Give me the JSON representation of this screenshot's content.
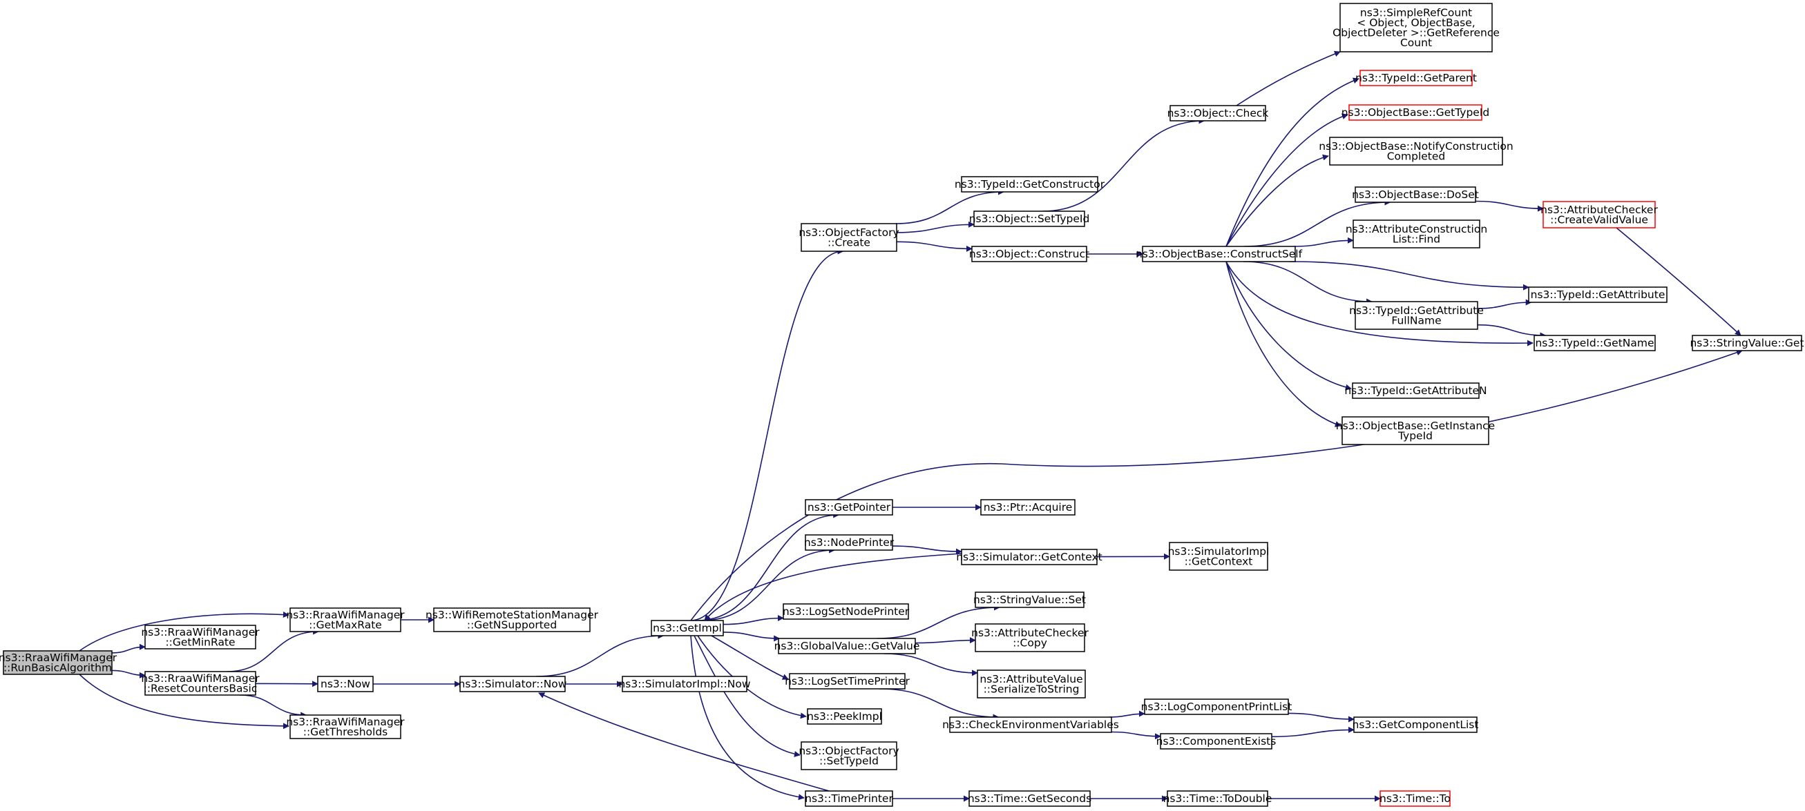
{
  "colors": {
    "edge": "#191970",
    "border": "#000000",
    "broken_border": "#ff0000",
    "root_fill": "#bfbfbf",
    "fill": "#ffffff"
  },
  "nodes": {
    "run_basic": {
      "lines": [
        "ns3::RraaWifiManager",
        "::RunBasicAlgorithm"
      ],
      "style": "root"
    },
    "get_min_rate": {
      "lines": [
        "ns3::RraaWifiManager",
        "::GetMinRate"
      ]
    },
    "get_max_rate": {
      "lines": [
        "ns3::RraaWifiManager",
        "::GetMaxRate"
      ]
    },
    "reset_counters": {
      "lines": [
        "ns3::RraaWifiManager",
        "::ResetCountersBasic"
      ]
    },
    "get_thresholds": {
      "lines": [
        "ns3::RraaWifiManager",
        "::GetThresholds"
      ]
    },
    "get_n_supported": {
      "lines": [
        "ns3::WifiRemoteStationManager",
        "::GetNSupported"
      ]
    },
    "now": {
      "lines": [
        "ns3::Now"
      ]
    },
    "simulator_now": {
      "lines": [
        "ns3::Simulator::Now"
      ]
    },
    "simulatorimpl_now": {
      "lines": [
        "ns3::SimulatorImpl::Now"
      ]
    },
    "get_impl": {
      "lines": [
        "ns3::GetImpl"
      ]
    },
    "object_factory_create": {
      "lines": [
        "ns3::ObjectFactory",
        "::Create"
      ]
    },
    "typeid_get_constructor": {
      "lines": [
        "ns3::TypeId::GetConstructor"
      ]
    },
    "object_set_typeid": {
      "lines": [
        "ns3::Object::SetTypeId"
      ]
    },
    "object_construct": {
      "lines": [
        "ns3::Object::Construct"
      ]
    },
    "object_check": {
      "lines": [
        "ns3::Object::Check"
      ]
    },
    "simple_ref_count": {
      "lines": [
        "ns3::SimpleRefCount",
        "< Object, ObjectBase,",
        "ObjectDeleter >::GetReference",
        "Count"
      ]
    },
    "construct_self": {
      "lines": [
        "ns3::ObjectBase::ConstructSelf"
      ]
    },
    "typeid_get_parent": {
      "lines": [
        "ns3::TypeId::GetParent"
      ],
      "style": "broken"
    },
    "objectbase_get_typeid": {
      "lines": [
        "ns3::ObjectBase::GetTypeId"
      ],
      "style": "broken"
    },
    "notify_construction": {
      "lines": [
        "ns3::ObjectBase::NotifyConstruction",
        "Completed"
      ]
    },
    "objectbase_doset": {
      "lines": [
        "ns3::ObjectBase::DoSet"
      ]
    },
    "attr_construction_find": {
      "lines": [
        "ns3::AttributeConstruction",
        "List::Find"
      ]
    },
    "attr_checker_create": {
      "lines": [
        "ns3::AttributeChecker",
        "::CreateValidValue"
      ],
      "style": "broken"
    },
    "typeid_get_attribute": {
      "lines": [
        "ns3::TypeId::GetAttribute"
      ]
    },
    "typeid_get_attr_fullname": {
      "lines": [
        "ns3::TypeId::GetAttribute",
        "FullName"
      ]
    },
    "typeid_get_name": {
      "lines": [
        "ns3::TypeId::GetName"
      ]
    },
    "string_value_get": {
      "lines": [
        "ns3::StringValue::Get"
      ]
    },
    "typeid_get_attribute_n": {
      "lines": [
        "ns3::TypeId::GetAttributeN"
      ]
    },
    "get_instance_typeid": {
      "lines": [
        "ns3::ObjectBase::GetInstance",
        "TypeId"
      ]
    },
    "get_pointer": {
      "lines": [
        "ns3::GetPointer"
      ]
    },
    "ptr_acquire": {
      "lines": [
        "ns3::Ptr::Acquire"
      ]
    },
    "node_printer": {
      "lines": [
        "ns3::NodePrinter"
      ]
    },
    "simulator_get_context": {
      "lines": [
        "ns3::Simulator::GetContext"
      ]
    },
    "simulatorimpl_get_context": {
      "lines": [
        "ns3::SimulatorImpl",
        "::GetContext"
      ]
    },
    "log_set_node_printer": {
      "lines": [
        "ns3::LogSetNodePrinter"
      ]
    },
    "string_value_set": {
      "lines": [
        "ns3::StringValue::Set"
      ]
    },
    "global_value_get": {
      "lines": [
        "ns3::GlobalValue::GetValue"
      ]
    },
    "attr_checker_copy": {
      "lines": [
        "ns3::AttributeChecker",
        "::Copy"
      ]
    },
    "attr_value_serialize": {
      "lines": [
        "ns3::AttributeValue",
        "::SerializeToString"
      ]
    },
    "log_set_time_printer": {
      "lines": [
        "ns3::LogSetTimePrinter"
      ]
    },
    "peek_impl": {
      "lines": [
        "ns3::PeekImpl"
      ]
    },
    "check_env": {
      "lines": [
        "ns3::CheckEnvironmentVariables"
      ]
    },
    "log_component_print": {
      "lines": [
        "ns3::LogComponentPrintList"
      ]
    },
    "component_exists": {
      "lines": [
        "ns3::ComponentExists"
      ]
    },
    "get_component_list": {
      "lines": [
        "ns3::GetComponentList"
      ]
    },
    "object_factory_set_typeid": {
      "lines": [
        "ns3::ObjectFactory",
        "::SetTypeId"
      ]
    },
    "time_printer": {
      "lines": [
        "ns3::TimePrinter"
      ]
    },
    "time_get_seconds": {
      "lines": [
        "ns3::Time::GetSeconds"
      ]
    },
    "time_to_double": {
      "lines": [
        "ns3::Time::ToDouble"
      ]
    },
    "time_to": {
      "lines": [
        "ns3::Time::To"
      ],
      "style": "broken"
    }
  },
  "edges": [
    [
      "run_basic",
      "get_max_rate"
    ],
    [
      "run_basic",
      "get_min_rate"
    ],
    [
      "run_basic",
      "reset_counters"
    ],
    [
      "run_basic",
      "get_thresholds"
    ],
    [
      "reset_counters",
      "get_max_rate"
    ],
    [
      "reset_counters",
      "get_thresholds"
    ],
    [
      "reset_counters",
      "now"
    ],
    [
      "get_max_rate",
      "get_n_supported"
    ],
    [
      "now",
      "simulator_now"
    ],
    [
      "simulator_now",
      "get_impl"
    ],
    [
      "simulator_now",
      "simulatorimpl_now"
    ],
    [
      "time_printer",
      "simulator_now"
    ],
    [
      "get_impl",
      "object_factory_create"
    ],
    [
      "get_impl",
      "string_value_get"
    ],
    [
      "get_impl",
      "get_pointer"
    ],
    [
      "get_impl",
      "node_printer"
    ],
    [
      "simulator_get_context",
      "get_impl"
    ],
    [
      "get_impl",
      "log_set_node_printer"
    ],
    [
      "get_impl",
      "global_value_get"
    ],
    [
      "get_impl",
      "log_set_time_printer"
    ],
    [
      "get_impl",
      "peek_impl"
    ],
    [
      "get_impl",
      "object_factory_set_typeid"
    ],
    [
      "get_impl",
      "time_printer"
    ],
    [
      "object_factory_create",
      "typeid_get_constructor"
    ],
    [
      "object_factory_create",
      "object_set_typeid"
    ],
    [
      "object_factory_create",
      "object_construct"
    ],
    [
      "object_set_typeid",
      "object_check"
    ],
    [
      "object_check",
      "simple_ref_count"
    ],
    [
      "object_construct",
      "construct_self"
    ],
    [
      "construct_self",
      "typeid_get_parent"
    ],
    [
      "construct_self",
      "objectbase_get_typeid"
    ],
    [
      "construct_self",
      "notify_construction"
    ],
    [
      "construct_self",
      "objectbase_doset"
    ],
    [
      "construct_self",
      "attr_construction_find"
    ],
    [
      "construct_self",
      "typeid_get_attribute"
    ],
    [
      "construct_self",
      "typeid_get_attr_fullname"
    ],
    [
      "construct_self",
      "typeid_get_name"
    ],
    [
      "construct_self",
      "typeid_get_attribute_n"
    ],
    [
      "construct_self",
      "get_instance_typeid"
    ],
    [
      "objectbase_doset",
      "attr_checker_create"
    ],
    [
      "attr_checker_create",
      "string_value_get"
    ],
    [
      "typeid_get_attr_fullname",
      "typeid_get_attribute"
    ],
    [
      "typeid_get_attr_fullname",
      "typeid_get_name"
    ],
    [
      "get_pointer",
      "ptr_acquire"
    ],
    [
      "node_printer",
      "simulator_get_context"
    ],
    [
      "simulator_get_context",
      "simulatorimpl_get_context"
    ],
    [
      "global_value_get",
      "string_value_set"
    ],
    [
      "global_value_get",
      "attr_checker_copy"
    ],
    [
      "global_value_get",
      "attr_value_serialize"
    ],
    [
      "log_set_time_printer",
      "check_env"
    ],
    [
      "check_env",
      "log_component_print"
    ],
    [
      "check_env",
      "component_exists"
    ],
    [
      "log_component_print",
      "get_component_list"
    ],
    [
      "component_exists",
      "get_component_list"
    ],
    [
      "time_printer",
      "time_get_seconds"
    ],
    [
      "time_get_seconds",
      "time_to_double"
    ],
    [
      "time_to_double",
      "time_to"
    ]
  ]
}
